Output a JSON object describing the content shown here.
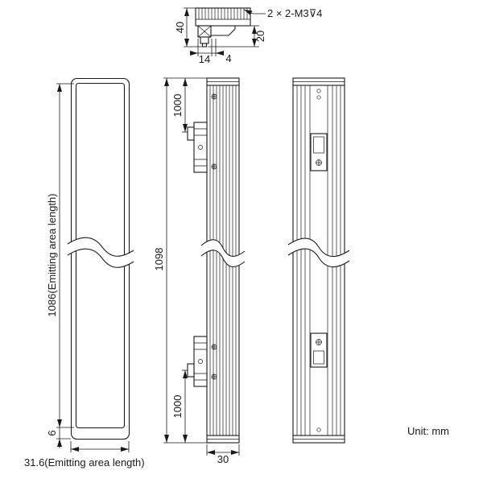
{
  "colors": {
    "ink": "#1a1a1a",
    "background": "#ffffff"
  },
  "footer": {
    "unit_label": "Unit:  mm"
  },
  "top_view": {
    "thread_callout": "2 × 2-M3⊽4",
    "overall_height": "40",
    "connector_drop": "20",
    "connector_width": "14",
    "connector_offset": "4"
  },
  "front_view": {
    "emitting_length": "1086(Emitting area length)",
    "bottom_margin": "6",
    "emitting_width": "31.6(Emitting area length)"
  },
  "side_view": {
    "top_hole_distance": "1000",
    "overall_length": "1098",
    "bottom_hole_distance": "1000",
    "body_depth": "30"
  }
}
